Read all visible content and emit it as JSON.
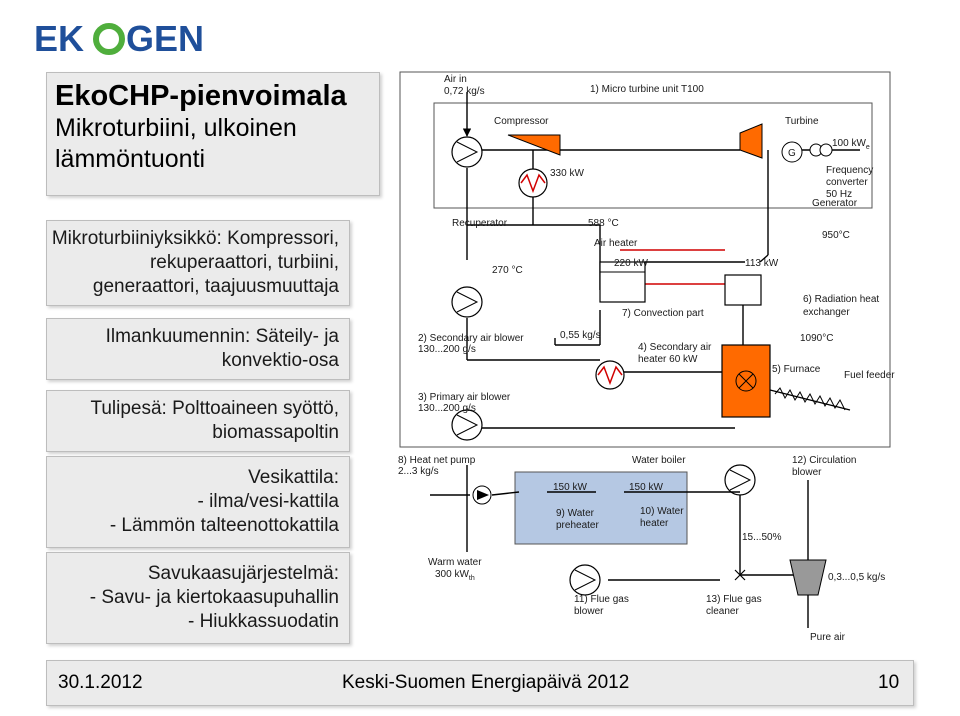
{
  "logo": {
    "text": "EKOGEN"
  },
  "title": {
    "line1": "EkoCHP-pienvoimala",
    "line2": "Mikroturbiini, ulkoinen",
    "line3": "lämmöntuonti"
  },
  "sections": {
    "unit": [
      "Mikroturbiiniyksikkö: Kompressori,",
      "rekuperaattori, turbiini,",
      "generaattori, taajuusmuuttaja"
    ],
    "cooling": [
      "Ilmankuumennin: Säteily- ja",
      "konvektio-osa"
    ],
    "firing": [
      "Tulipesä: Polttoaineen syöttö,",
      "biomassapoltin"
    ],
    "water": [
      "Vesikattila:",
      "- ilma/vesi-kattila",
      "- Lämmön talteenottokattila"
    ],
    "flue": [
      "Savukaasujärjestelmä:",
      "- Savu- ja kiertokaasupuhallin",
      "- Hiukkassuodatin"
    ]
  },
  "diagram": {
    "air_in_1": "Air in",
    "air_in_2": "0,72 kg/s",
    "micro_turbine": "1) Micro turbine unit T100",
    "compressor": "Compressor",
    "turbine": "Turbine",
    "generator_symbol": "G",
    "power_out": "100 kW",
    "power_out_sub": "e",
    "kw_330": "330 kW",
    "freq_1": "Frequency",
    "freq_2": "converter",
    "freq_3": "50 Hz",
    "freq_4": "Generator",
    "recuperator": "Recuperator",
    "temp_588": "588 °C",
    "air_heater": "Air heater",
    "temp_950": "950°C",
    "temp_270": "270 °C",
    "kw_220": "220 kW",
    "kw_113": "113 kW",
    "convection": "7) Convection part",
    "radiation_1": "6) Radiation heat",
    "radiation_2": "exchanger",
    "secondary_blower_1": "2) Secondary air blower",
    "secondary_blower_2": "130...200 g/s",
    "flow_055": "0,55 kg/s",
    "sec_heater_1": "4) Secondary air",
    "sec_heater_2": "heater 60 kW",
    "temp_1090": "1090°C",
    "furnace": "5) Furnace",
    "fuel_feeder": "Fuel feeder",
    "primary_blower_1": "3) Primary air blower",
    "primary_blower_2": "130...200 g/s",
    "heat_pump_1": "8) Heat net pump",
    "heat_pump_2": "2...3 kg/s",
    "water_boiler": "Water boiler",
    "circulation_1": "12) Circulation",
    "circulation_2": "blower",
    "kw_150a": "150 kW",
    "kw_150b": "150 kW",
    "preheater_1": "9) Water",
    "preheater_2": "preheater",
    "water_heater_1": "10) Water",
    "water_heater_2": "heater",
    "percent": "15...50%",
    "warm_water_1": "Warm water",
    "warm_water_2": "300 kW",
    "warm_water_sub": "th",
    "flow_03": "0,3...0,5 kg/s",
    "flue_blower_1": "11) Flue gas",
    "flue_blower_2": "blower",
    "flue_cleaner_1": "13) Flue gas",
    "flue_cleaner_2": "cleaner",
    "pure_air": "Pure air"
  },
  "footer": {
    "date": "30.1.2012",
    "event": "Keski-Suomen Energiapäivä 2012",
    "page": "10"
  },
  "colors": {
    "logo_blue": "#1f4f9a",
    "logo_green": "#4fae3c",
    "flame": "#ff6a00",
    "pipe_red": "#d10000",
    "water_box": "#b5c8e3"
  }
}
